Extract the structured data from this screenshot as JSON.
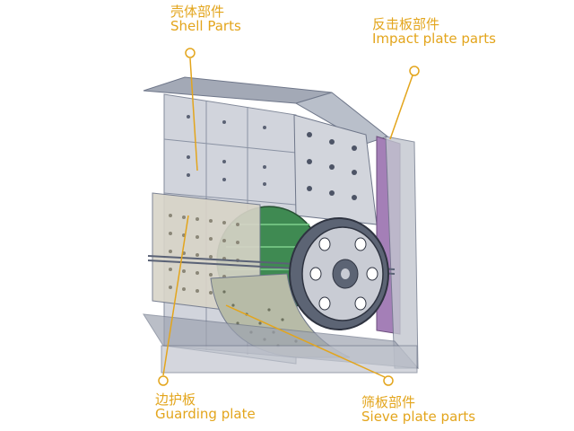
{
  "labels": {
    "shell": {
      "zh": "壳体部件",
      "en": "Shell Parts"
    },
    "impact": {
      "zh": "反击板部件",
      "en": "Impact plate parts"
    },
    "guard": {
      "zh": "边护板",
      "en": "Guarding plate"
    },
    "sieve": {
      "zh": "筛板部件",
      "en": "Sieve plate parts"
    }
  },
  "colors": {
    "callout": "#e3a51c",
    "frame": "#7f8aa0",
    "panel": "#b8bdc8",
    "rotor_green": "#3f8a52",
    "impact_purple": "#a47fb7",
    "wheel": "#5c6474"
  }
}
